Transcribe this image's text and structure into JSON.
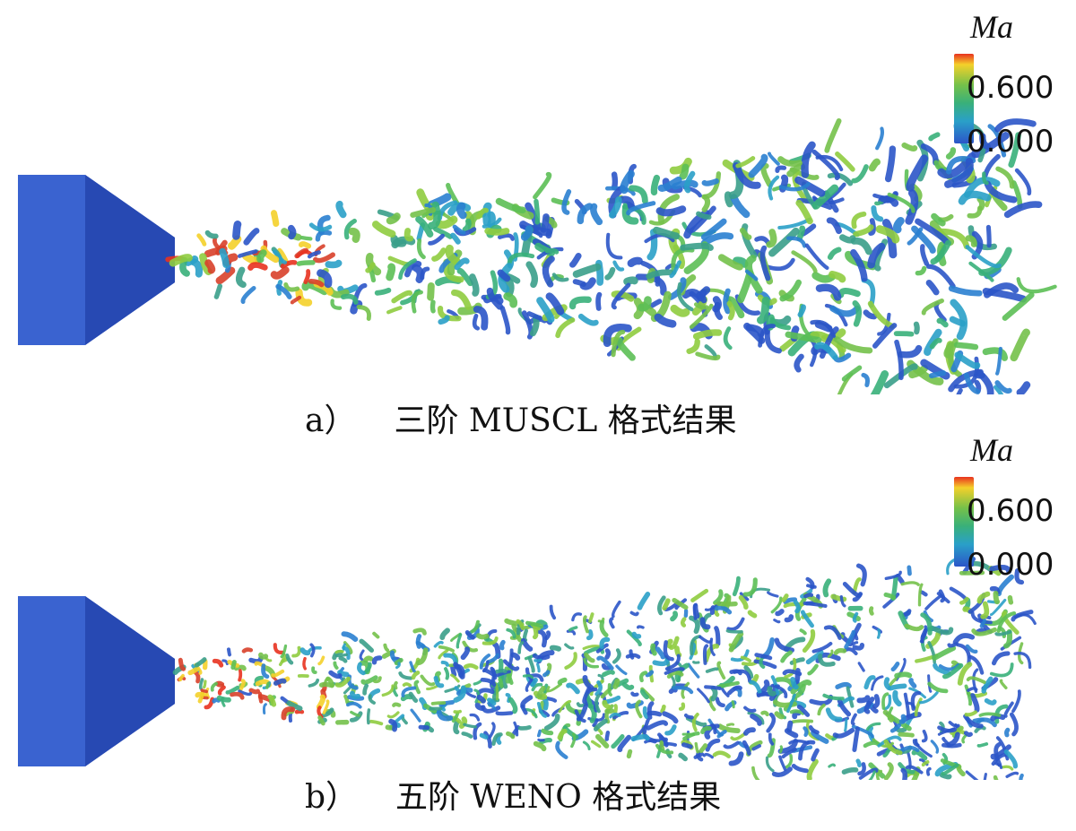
{
  "panels": [
    {
      "label": "a）",
      "caption": "三阶 MUSCL 格式结果",
      "legend": {
        "title": "Ma",
        "max": "0.600",
        "min": "0.000"
      }
    },
    {
      "label": "b）",
      "caption": "五阶 WENO 格式结果",
      "legend": {
        "title": "Ma",
        "max": "0.600",
        "min": "0.000"
      }
    }
  ],
  "colors": {
    "nozzle": "#2f56c6",
    "high": "#e8321f",
    "mid": "#74c14a",
    "low": "#2b55c8"
  }
}
